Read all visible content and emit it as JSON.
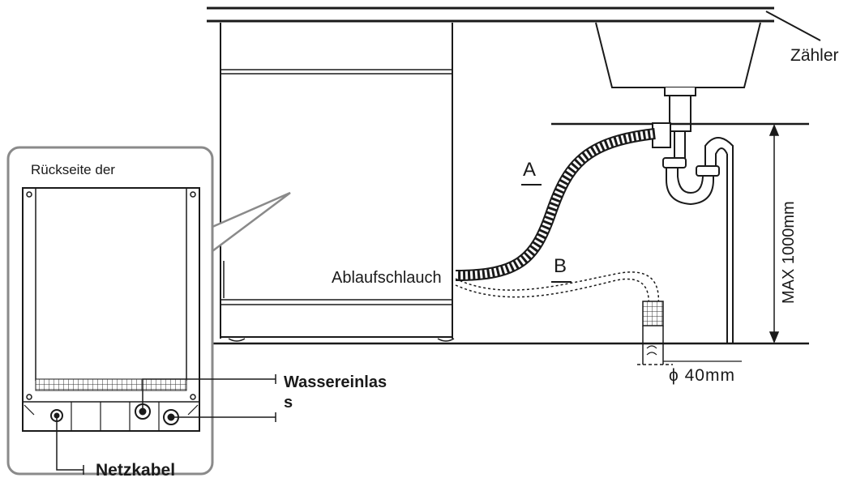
{
  "labels": {
    "counter": "Zähler",
    "back_of": "Rückseite der",
    "drain_hose": "Ablaufschlauch",
    "hose_a": "A",
    "hose_b": "B",
    "water_inlet": "Wassereinlass",
    "power_cable": "Netzkabel",
    "pipe_diameter": "ϕ 40mm",
    "max_height": "MAX 1000mm"
  },
  "colors": {
    "line": "#1a1a1a",
    "inset_border": "#8a8a8a",
    "background": "#ffffff"
  }
}
